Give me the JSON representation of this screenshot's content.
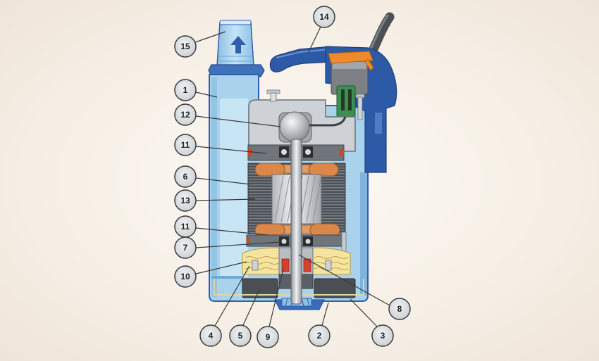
{
  "callouts": [
    {
      "label": "15"
    },
    {
      "label": "14"
    },
    {
      "label": "1"
    },
    {
      "label": "12"
    },
    {
      "label": "11"
    },
    {
      "label": "6"
    },
    {
      "label": "13"
    },
    {
      "label": "11"
    },
    {
      "label": "7"
    },
    {
      "label": "10"
    },
    {
      "label": "4"
    },
    {
      "label": "5"
    },
    {
      "label": "9"
    },
    {
      "label": "2"
    },
    {
      "label": "3"
    },
    {
      "label": "8"
    }
  ],
  "icons": {
    "outlet_flow": "arrow-up-icon"
  },
  "colors": {
    "background": "#f5eee4",
    "casing_blue": "#a9d3ec",
    "handle_blue": "#2c5aa7",
    "outline_blue": "#2f5fae",
    "cover_gray": "#ced2d6",
    "winding_copper": "#d9874a",
    "oil_yellow": "#f4e4a0",
    "seal_red": "#d6402c",
    "clamp_orange": "#ee8a2c",
    "terminal_green": "#3d8e50",
    "callout_fill": "#dfe2e5",
    "callout_stroke": "#3a3a3a"
  }
}
